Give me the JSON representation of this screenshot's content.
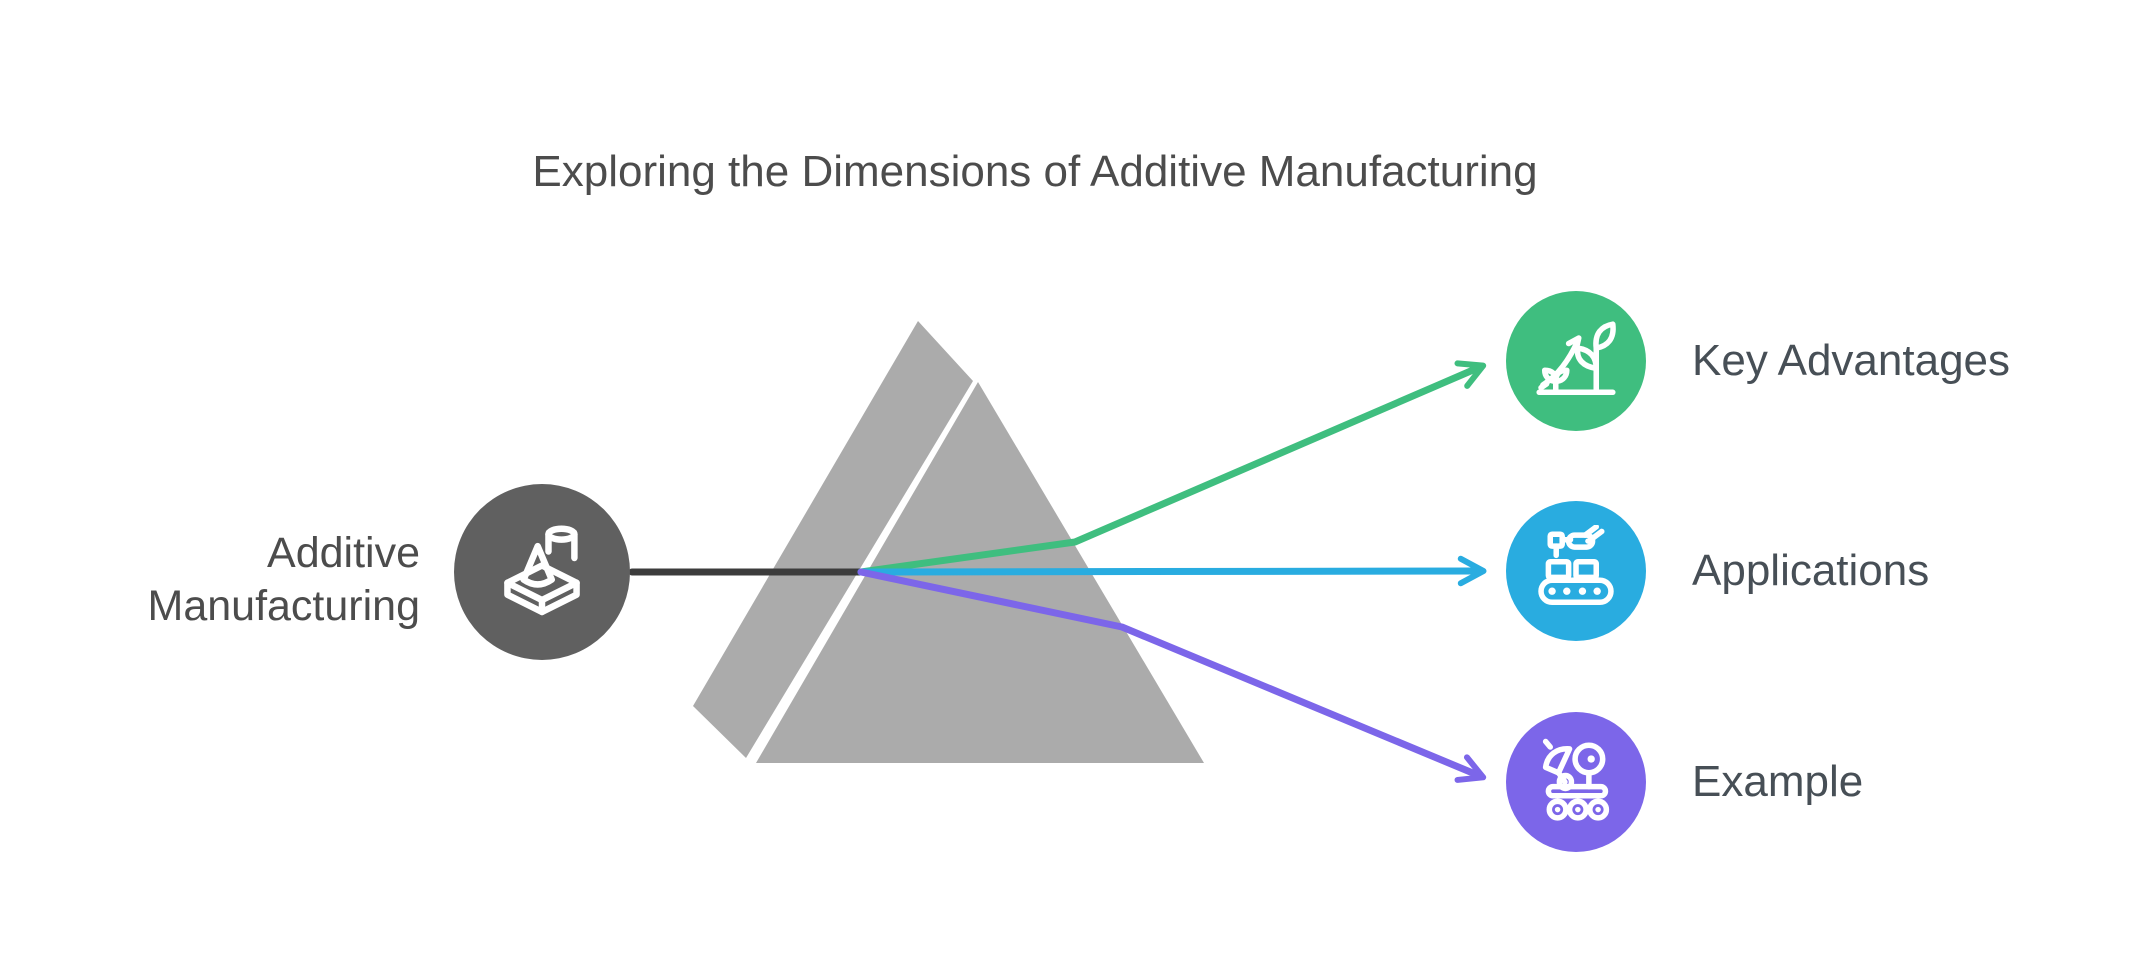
{
  "title": "Exploring the Dimensions of Additive Manufacturing",
  "root": {
    "label": "Additive Manufacturing",
    "icon": "3d-printer-icon",
    "circle_color": "#606060",
    "connector_color": "#3C3C3C"
  },
  "prism": {
    "color": "#ABABAB",
    "slash_color": "#FFFFFF"
  },
  "branches": [
    {
      "label": "Key Advantages",
      "icon": "growth-plant-icon",
      "color": "#3FBE7F"
    },
    {
      "label": "Applications",
      "icon": "robot-conveyor-icon",
      "color": "#29ACE0"
    },
    {
      "label": "Example",
      "icon": "space-rover-icon",
      "color": "#7C66E9"
    }
  ],
  "text_colors": {
    "title": "#4C4C4C",
    "root_label": "#4C4C4C",
    "branch_labels": "#474F56"
  }
}
